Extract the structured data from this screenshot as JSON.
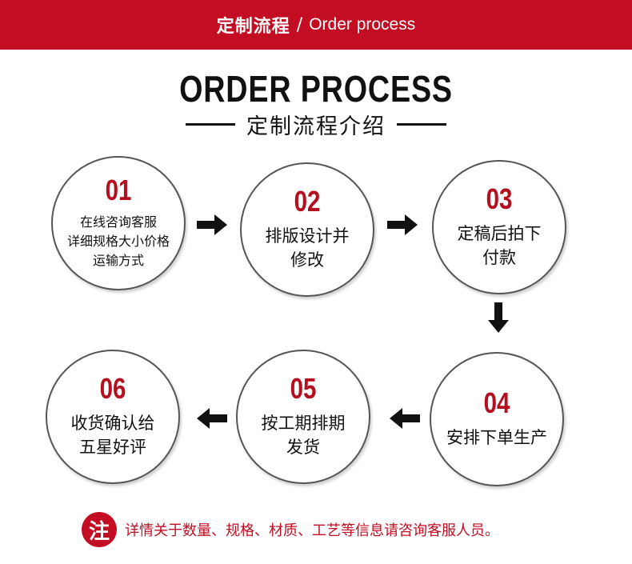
{
  "banner": {
    "title": "定制流程",
    "separator": "/",
    "title_en": "Order process"
  },
  "heading": {
    "title": "ORDER PROCESS",
    "subtitle": "定制流程介绍"
  },
  "steps": [
    {
      "num": "01",
      "line1": "在线咨询客服",
      "line2": "详细规格大小价格",
      "line3": "运输方式"
    },
    {
      "num": "02",
      "line1": "排版设计并",
      "line2": "修改"
    },
    {
      "num": "03",
      "line1": "定稿后拍下",
      "line2": "付款"
    },
    {
      "num": "04",
      "line1": "安排下单生产"
    },
    {
      "num": "05",
      "line1": "按工期排期",
      "line2": "发货"
    },
    {
      "num": "06",
      "line1": "收货确认给",
      "line2": "五星好评"
    }
  ],
  "icons": {
    "arrow": "arrow-icon"
  },
  "note": {
    "badge": "注",
    "text": "详情关于数量、规格、材质、工艺等信息请咨询客服人员。"
  },
  "colors": {
    "brand_red": "#c30d23",
    "number_red": "#b50f1f"
  }
}
